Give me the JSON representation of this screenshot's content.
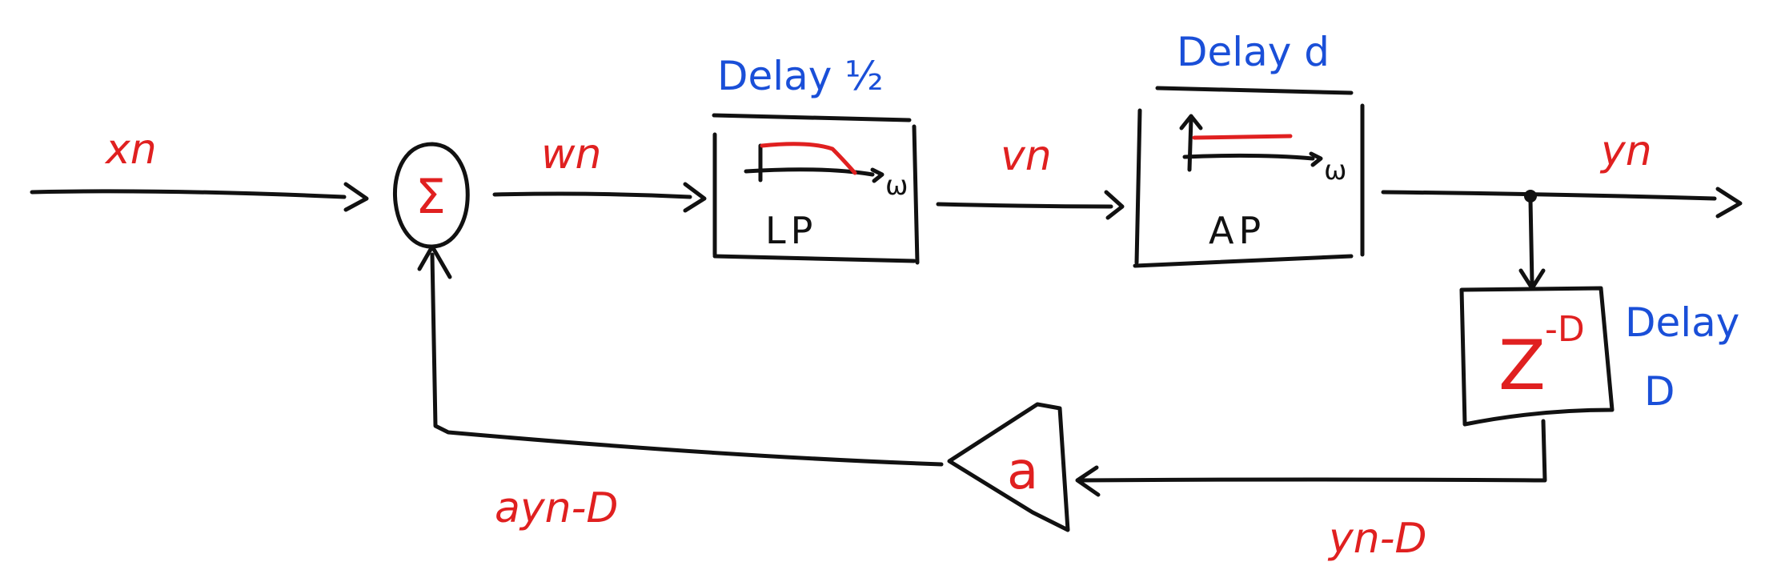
{
  "colors": {
    "ink": "#111111",
    "signal": "#e02020",
    "annotation": "#1a4fd8"
  },
  "signals": {
    "x": "xn",
    "w": "wn",
    "v": "vn",
    "y": "yn",
    "y_delayed": "yn-D",
    "feedback": "ayn-D"
  },
  "nodes": {
    "sum_symbol": "Σ",
    "gain": "a",
    "delay_z": "Z",
    "delay_exp": "-D"
  },
  "blocks": {
    "lp_label": "LP",
    "ap_label": "AP",
    "omega": "ω"
  },
  "annotations": {
    "lp_delay": "Delay ½",
    "ap_delay": "Delay d",
    "z_delay_line1": "Delay",
    "z_delay_line2": "D"
  }
}
